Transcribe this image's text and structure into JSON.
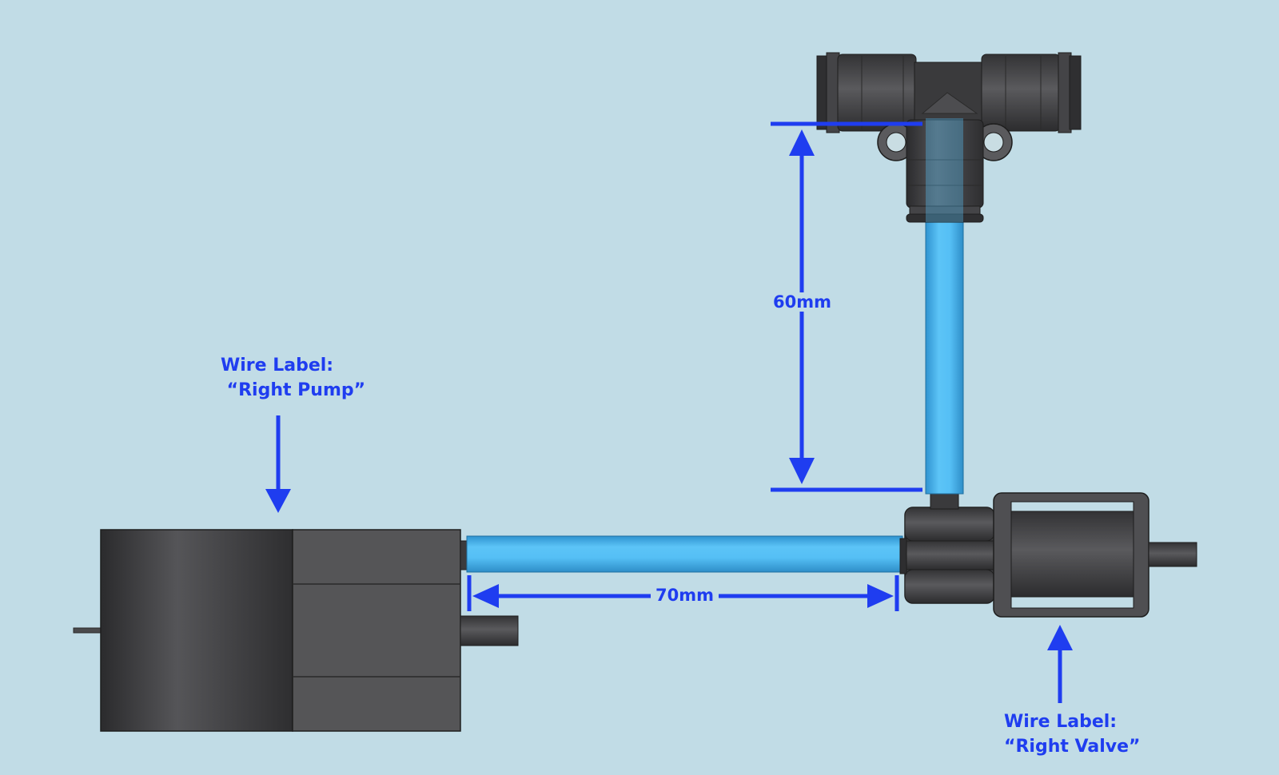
{
  "labels": {
    "pump": {
      "line1": "Wire Label:",
      "line2": " “Right Pump”"
    },
    "valve": {
      "line1": "Wire Label:",
      "line2": "“Right Valve”"
    }
  },
  "dimensions": {
    "horizontal": "70mm",
    "vertical": "60mm"
  },
  "colors": {
    "background": "#c1dce6",
    "annotation": "#1f3df0",
    "tubing": "#55bff5",
    "component_dark": "#3a3a3c"
  }
}
